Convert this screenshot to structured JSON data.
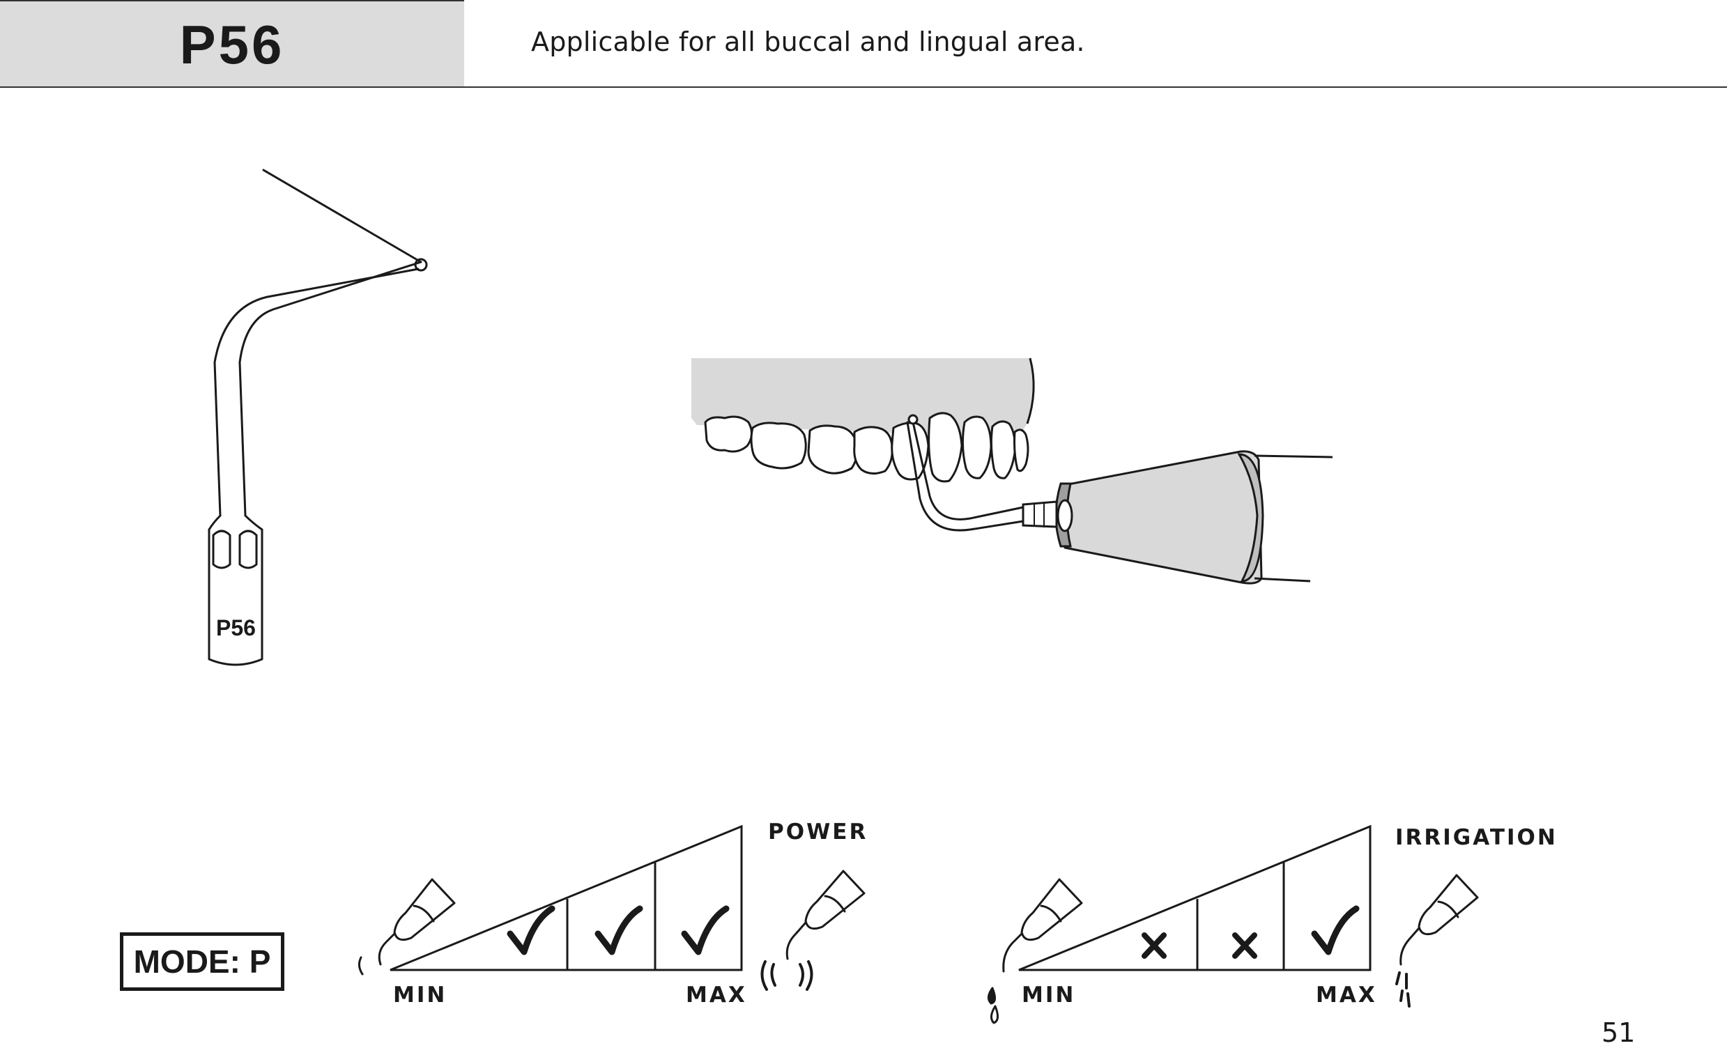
{
  "header": {
    "model": "P56",
    "description": "Applicable for all buccal and lingual area."
  },
  "tip_illustration": {
    "engraving": "P56",
    "icon": "scaler-tip-icon"
  },
  "application_illustration": {
    "icon": "handpiece-on-teeth-icon"
  },
  "mode": {
    "label": "MODE: P"
  },
  "power_scale": {
    "title": "POWER",
    "min_label": "MIN",
    "max_label": "MAX",
    "levels": [
      "check",
      "check",
      "check"
    ],
    "min_icon": "handpiece-low-vibration-icon",
    "max_icon": "handpiece-high-vibration-icon"
  },
  "irrigation_scale": {
    "title": "IRRIGATION",
    "min_label": "MIN",
    "max_label": "MAX",
    "levels": [
      "cross",
      "cross",
      "check"
    ],
    "min_icon": "handpiece-drops-icon",
    "max_icon": "handpiece-spray-icon"
  },
  "footer": {
    "page_number": "51"
  }
}
